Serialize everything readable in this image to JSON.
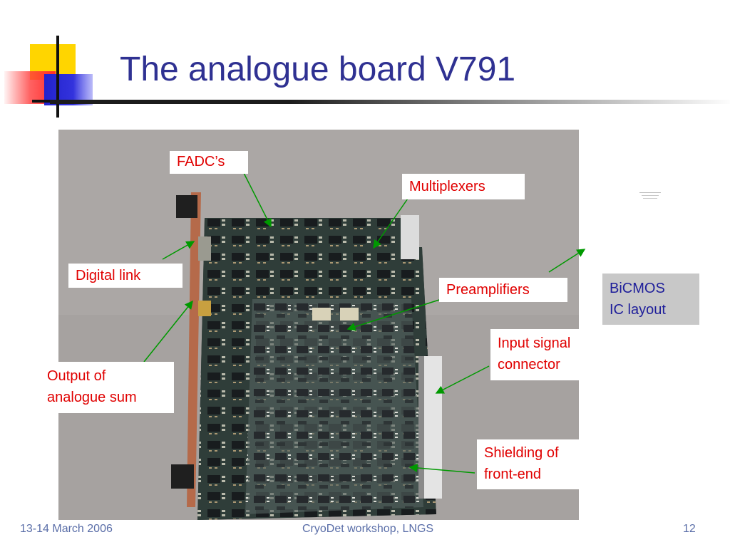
{
  "slide": {
    "title": "The analogue board V791",
    "labels": {
      "fadc": "FADC’s",
      "multiplexers": "Multiplexers",
      "digital_link": "Digital link",
      "preamplifiers": "Preamplifiers",
      "input_signal_line1": "Input signal",
      "input_signal_line2": "connector",
      "output_line1": "Output of",
      "output_line2": "analogue sum",
      "shielding_line1": "Shielding of",
      "shielding_line2": "front-end"
    },
    "bicmos_line1": "BiCMOS",
    "bicmos_line2": "IC layout",
    "colors": {
      "title": "#2f3192",
      "label_text": "#e00000",
      "arrow": "#009900",
      "board": "#2e3a36"
    }
  },
  "footer": {
    "date": "13-14 March 2006",
    "event": "CryoDet workshop, LNGS",
    "page": "12"
  }
}
